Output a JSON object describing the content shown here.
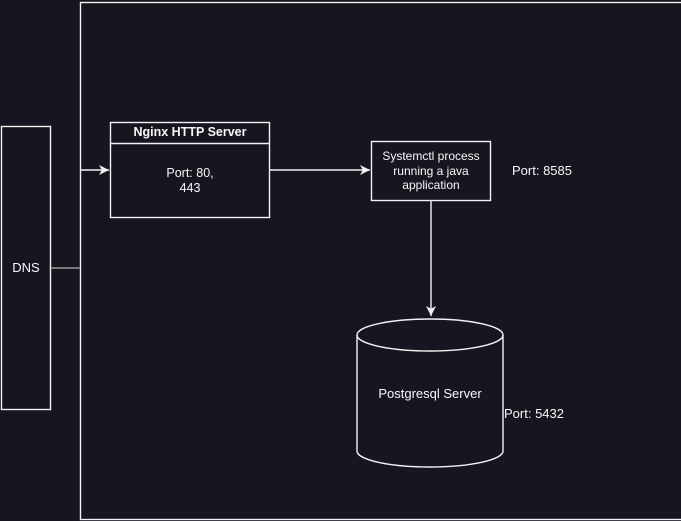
{
  "theme": {
    "canvas-bg": "#17151f",
    "line-color": "#f2f2f2",
    "muted-line-color": "#7a7a7a",
    "text-color": "#f8f8f8"
  },
  "nodes": {
    "dns": {
      "label": "DNS"
    },
    "nginx": {
      "title": "Nginx HTTP Server",
      "body": "Port: 80,\n443"
    },
    "systemctl": {
      "label": "Systemctl process\nrunning a java\napplication",
      "port": "Port: 8585"
    },
    "postgres": {
      "label": "Postgresql Server",
      "port": "Port: 5432"
    }
  }
}
